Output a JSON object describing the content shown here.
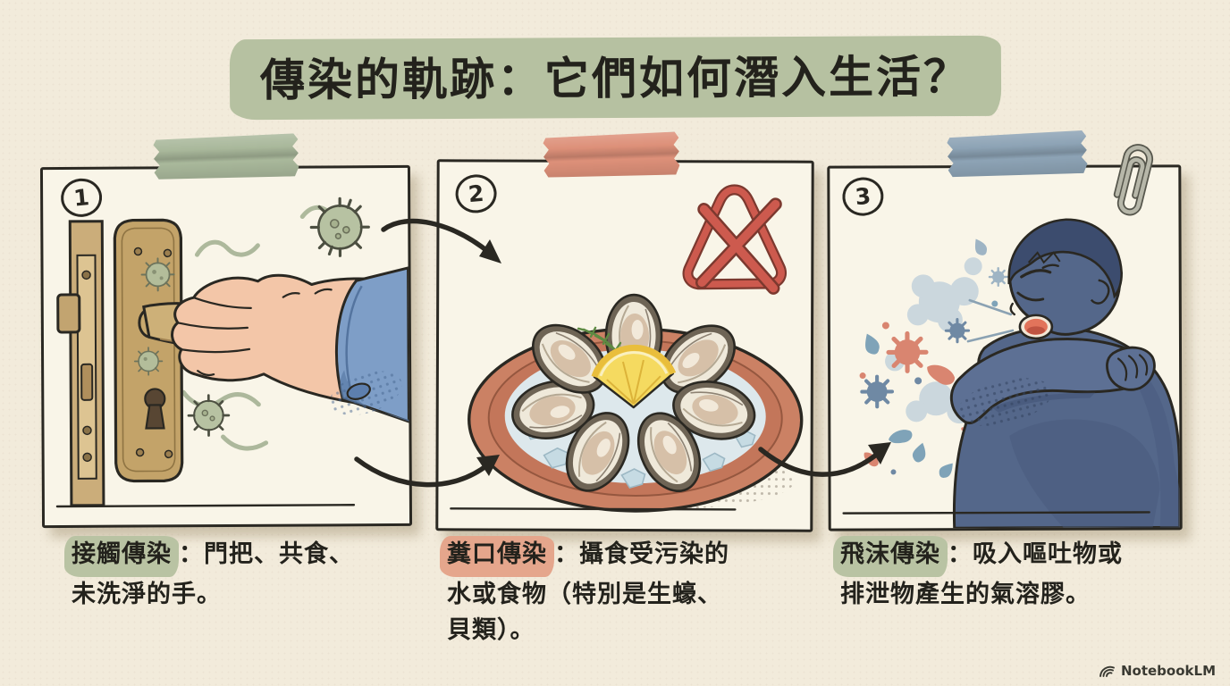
{
  "title": {
    "text": "傳染的軌跡：它們如何潛入生活？",
    "highlight_color": "#b6c1a1"
  },
  "panels": [
    {
      "number": "1",
      "tape_color": "#a9b89b",
      "illustration": "hand-touching-contaminated-door-handle-with-germs",
      "caption": {
        "term": "接觸傳染",
        "term_highlight": "#b9c3a3",
        "lines": [
          "：門把、共食、",
          "未洗淨的手。"
        ]
      }
    },
    {
      "number": "2",
      "tape_color": "#dd9079",
      "illustration": "raw-oysters-on-ice-with-do-not-eat-warning",
      "caption": {
        "term": "糞口傳染",
        "term_highlight": "#e5a68c",
        "lines": [
          "：攝食受污染的",
          "水或食物（特別是生蠔、",
          "貝類）。"
        ]
      }
    },
    {
      "number": "3",
      "tape_color": "#8da3b5",
      "illustration": "person-coughing-into-elbow-spreading-aerosol",
      "caption": {
        "term": "飛沫傳染",
        "term_highlight": "#b9c3a3",
        "lines": [
          "：吸入嘔吐物或",
          "排泄物產生的氣溶膠。"
        ]
      }
    }
  ],
  "footer": {
    "brand": "NotebookLM"
  },
  "palette": {
    "paper": "#f2ebdb",
    "panel_paper": "#f9f5e8",
    "ink": "#2a2822",
    "sage_green": "#b6c1a1",
    "salmon": "#dd9079",
    "blue_gray": "#8da3b5",
    "brass": "#c3a369",
    "skin": "#f3c6a8",
    "sleeve_blue": "#7e9ec7",
    "plate_terracotta": "#cb8164",
    "ice_blue": "#dde8ec",
    "lemon_yellow": "#f5da60",
    "warning_red": "#cd5a4e",
    "person_slate": "#54678a",
    "hair_navy": "#3c4c6e",
    "mouth_red": "#e2745b"
  }
}
